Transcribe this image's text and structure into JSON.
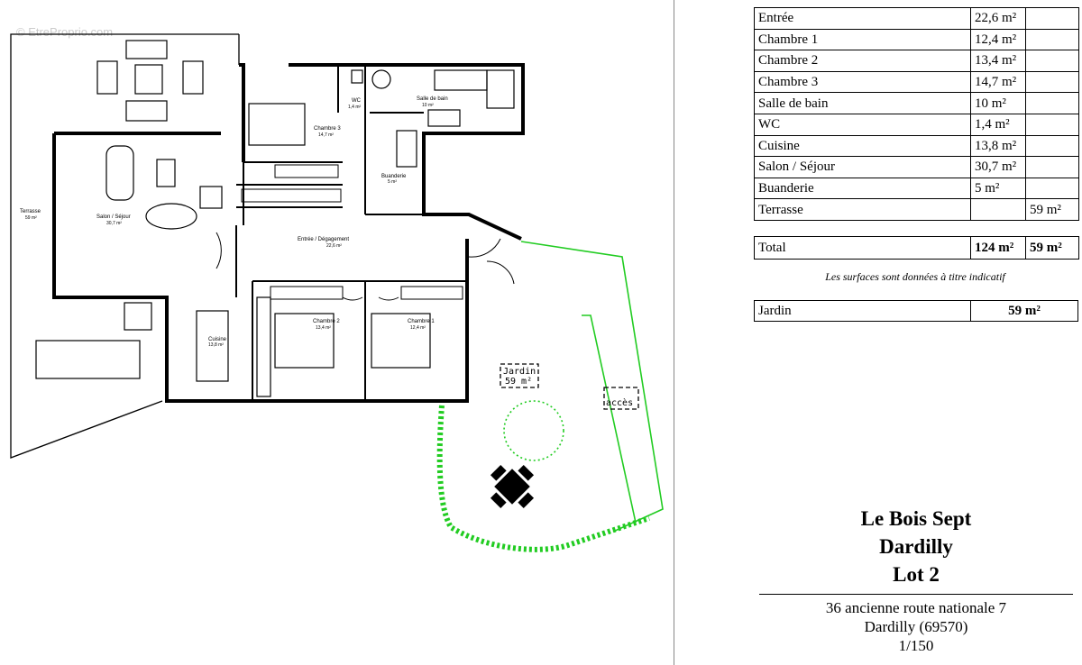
{
  "watermark": "© EtreProprio.com",
  "plan": {
    "rooms": [
      {
        "id": "terrasse",
        "name": "Terrasse",
        "area": "59 m²"
      },
      {
        "id": "salon",
        "name": "Salon / Séjour",
        "area": "30,7 m²"
      },
      {
        "id": "cuisine",
        "name": "Cuisine",
        "area": "13,8 m²"
      },
      {
        "id": "chambre3",
        "name": "Chambre 3",
        "area": "14,7 m²"
      },
      {
        "id": "wc",
        "name": "WC",
        "area": "1,4 m²"
      },
      {
        "id": "sdb",
        "name": "Salle de bain",
        "area": "10 m²"
      },
      {
        "id": "buanderie",
        "name": "Buanderie",
        "area": "5 m²"
      },
      {
        "id": "entree",
        "name": "Entrée / Dégagement",
        "area": "22,6 m²"
      },
      {
        "id": "chambre2",
        "name": "Chambre 2",
        "area": "13,4 m²"
      },
      {
        "id": "chambre1",
        "name": "Chambre 1",
        "area": "12,4 m²"
      }
    ],
    "garden_label": "Jardin",
    "garden_area": "59 m²",
    "access_label": "accès"
  },
  "surfaces": [
    {
      "name": "Entrée",
      "living": "22,6 m²",
      "outdoor": ""
    },
    {
      "name": "Chambre 1",
      "living": "12,4 m²",
      "outdoor": ""
    },
    {
      "name": "Chambre 2",
      "living": "13,4 m²",
      "outdoor": ""
    },
    {
      "name": "Chambre 3",
      "living": "14,7 m²",
      "outdoor": ""
    },
    {
      "name": "Salle de bain",
      "living": "10 m²",
      "outdoor": ""
    },
    {
      "name": "WC",
      "living": "1,4 m²",
      "outdoor": ""
    },
    {
      "name": "Cuisine",
      "living": "13,8 m²",
      "outdoor": ""
    },
    {
      "name": "Salon / Séjour",
      "living": "30,7 m²",
      "outdoor": ""
    },
    {
      "name": "Buanderie",
      "living": "5 m²",
      "outdoor": ""
    },
    {
      "name": "Terrasse",
      "living": "",
      "outdoor": "59 m²"
    }
  ],
  "total": {
    "label": "Total",
    "living": "124 m²",
    "outdoor": "59 m²"
  },
  "note": "Les surfaces sont données à titre indicatif",
  "garden": {
    "label": "Jardin",
    "area": "59 m²"
  },
  "title": {
    "line1": "Le Bois Sept",
    "line2": "Dardilly",
    "line3": "Lot 2"
  },
  "address": {
    "line1": "36 ancienne route nationale 7",
    "line2": "Dardilly (69570)"
  },
  "scale": "1/150",
  "colors": {
    "garden_green": "#22cc22",
    "wall": "#000000"
  }
}
